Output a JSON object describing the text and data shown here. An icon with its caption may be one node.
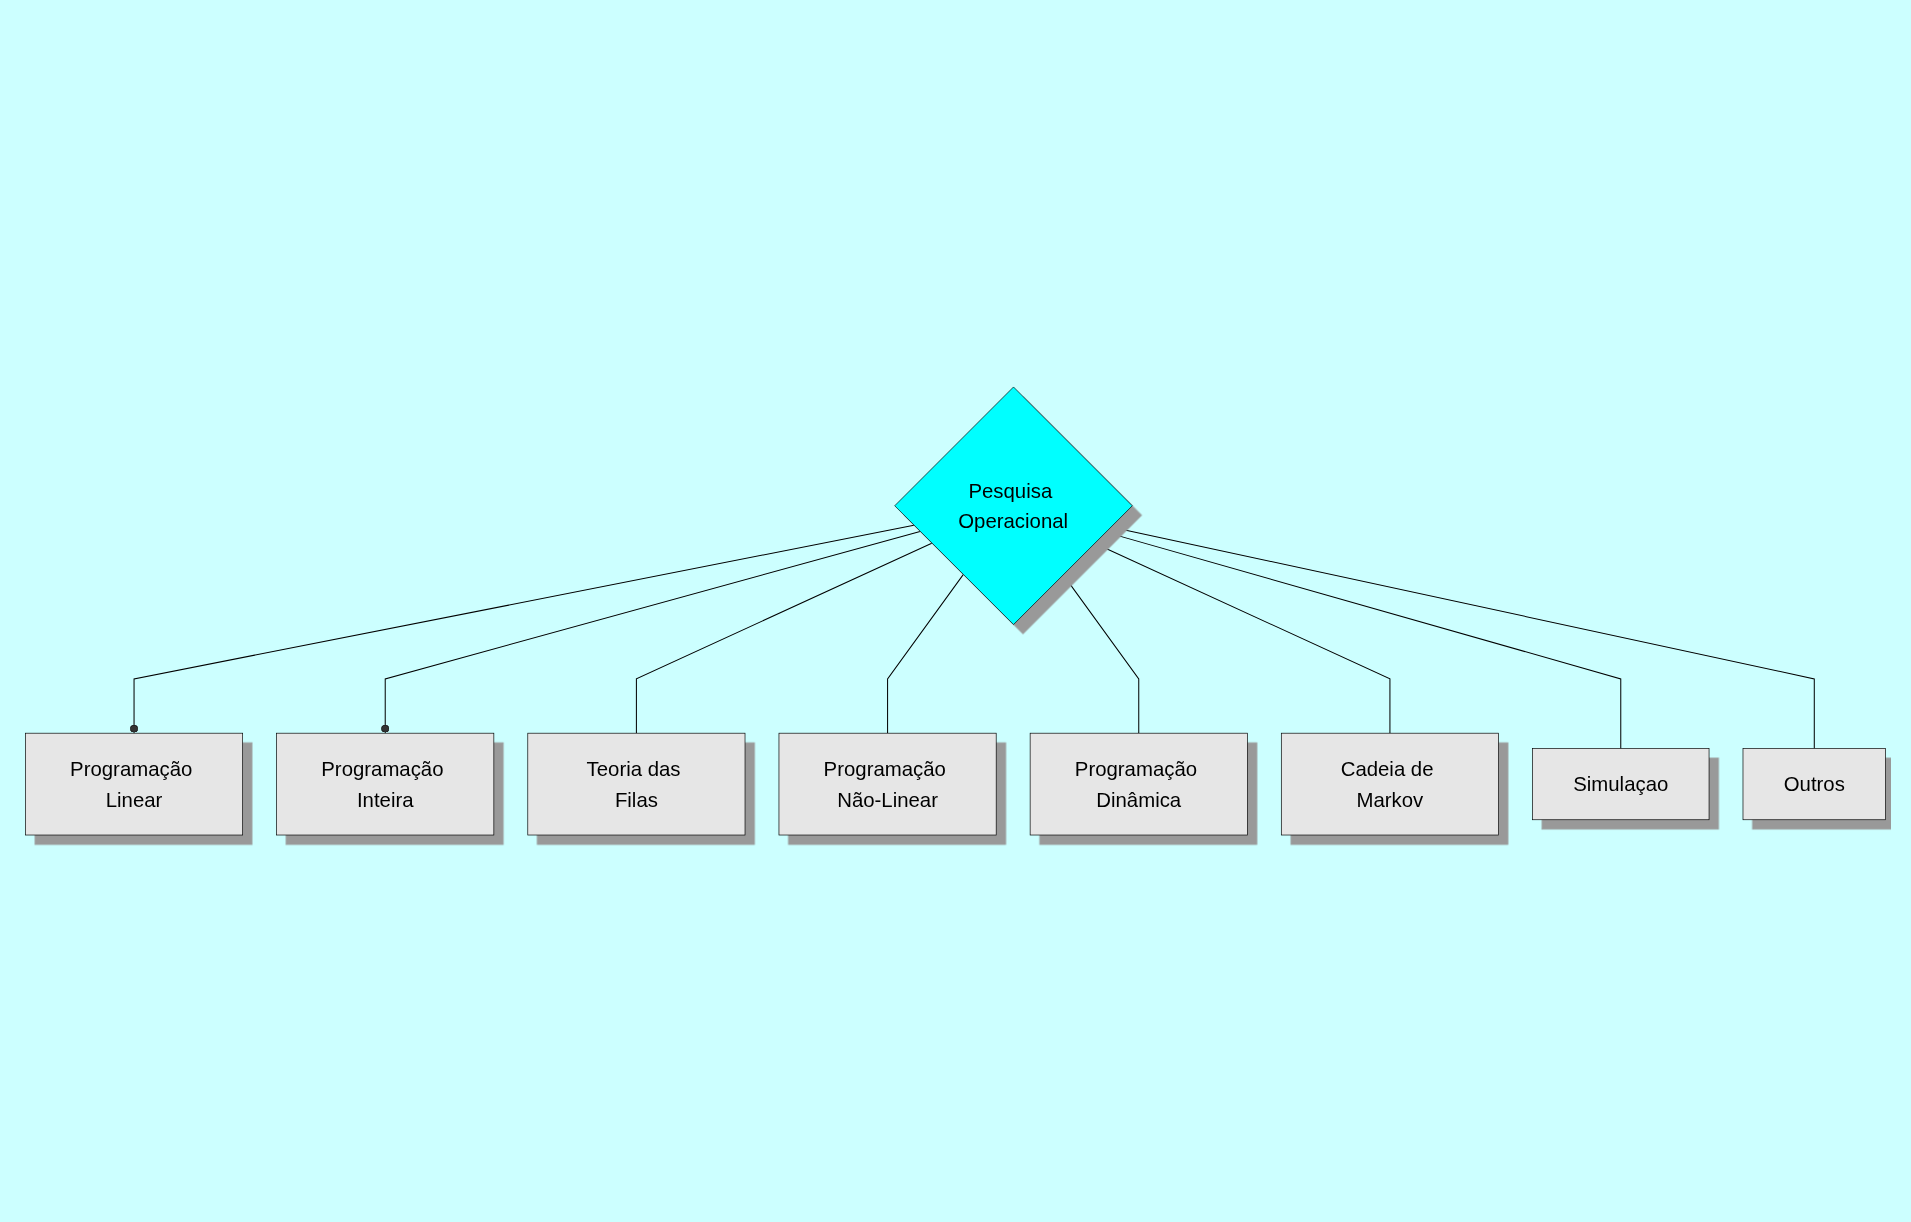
{
  "diagram": {
    "nodes": [
      {
        "text": [
          "Programação Linear"
        ]
      },
      {
        "text": [
          "Programação Inteira"
        ]
      },
      {
        "text": [
          "Teoria das Filas"
        ]
      },
      {
        "text": [
          "Programação Não-Linear"
        ]
      },
      {
        "text": [
          "Pesquisa Operacional"
        ]
      },
      {
        "text": [
          "Programação Dinâmica"
        ]
      },
      {
        "text": [
          "Cadeia de Markov"
        ]
      },
      {
        "text": [
          "Simulaçao"
        ]
      },
      {
        "text": [
          "Outros"
        ]
      }
    ],
    "edges": [
      {
        "from": 4,
        "to": 0,
        "arrow": "other"
      },
      {
        "from": 4,
        "to": 1,
        "arrow": "other"
      },
      {
        "from": 4,
        "to": 2,
        "arrow": "none"
      },
      {
        "from": 4,
        "to": 3,
        "arrow": "none"
      },
      {
        "from": 4,
        "to": 5,
        "arrow": "none"
      },
      {
        "from": 4,
        "to": 6,
        "arrow": "none"
      },
      {
        "from": 4,
        "to": 7,
        "arrow": "none"
      },
      {
        "from": 4,
        "to": 8,
        "arrow": "none"
      }
    ]
  }
}
